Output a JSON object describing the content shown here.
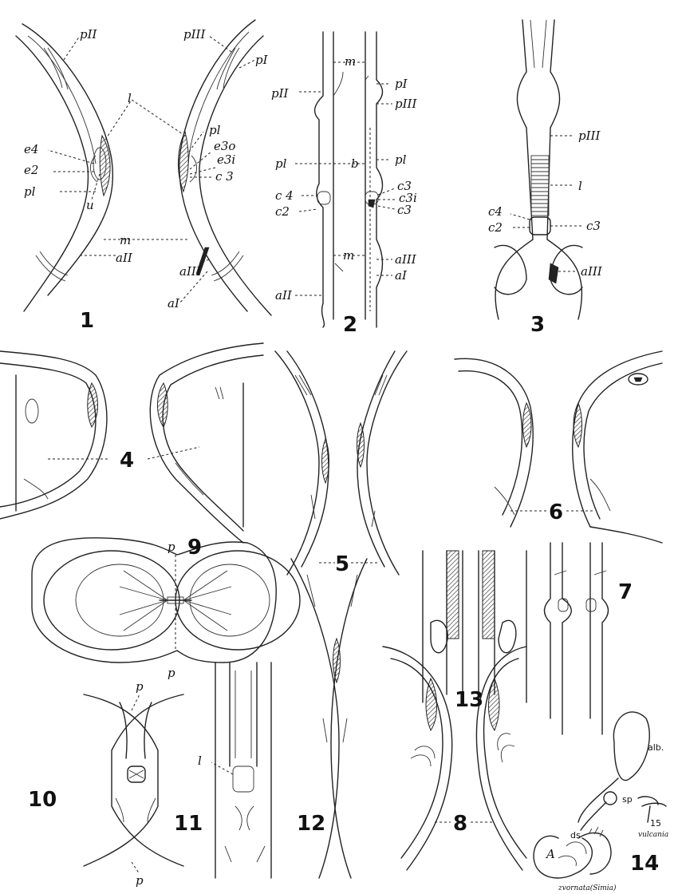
{
  "figure_numbers": [
    "1",
    "2",
    "3",
    "4",
    "5",
    "6",
    "7",
    "8",
    "9",
    "10",
    "11",
    "12",
    "13",
    "14",
    "15"
  ],
  "labels": {
    "f1": {
      "pII": "pII",
      "pIII": "pIII",
      "pI": "pI",
      "l": "l",
      "pl_r": "pl",
      "e4": "e4",
      "e2": "e2",
      "pl_l": "pl",
      "u": "u",
      "e3o": "e3o",
      "e3i": "e3i",
      "c3": "c 3",
      "m": "m",
      "aIII": "aIII",
      "aII": "aII",
      "aI": "aI"
    },
    "f2": {
      "m_top": "m",
      "pI": "pI",
      "pII": "pII",
      "pIII": "pIII",
      "pl_l": "pl",
      "b": "b",
      "pl_r": "pl",
      "c3_top": "c3",
      "c3i": "c3i",
      "c3_bot": "c3",
      "c4": "c 4",
      "c2": "c2",
      "m_bot": "m",
      "aIII": "aIII",
      "aII": "aII",
      "aI": "aI"
    },
    "f3": {
      "pIII": "pIII",
      "l": "l",
      "c4": "c4",
      "c2": "c2",
      "c3": "c3",
      "aIII": "aIII"
    },
    "f9": {
      "p_top": "p",
      "p_bot": "p"
    },
    "f10": {
      "p_top": "p",
      "p_bot": "p"
    },
    "f11": {
      "l": "l"
    },
    "f14": {
      "alb": "alb.",
      "sp": "sp",
      "ds": "ds",
      "a": "A",
      "caption": "zvornata(Simia)"
    },
    "f15": {
      "caption": "vulcania",
      "num": "15"
    }
  }
}
